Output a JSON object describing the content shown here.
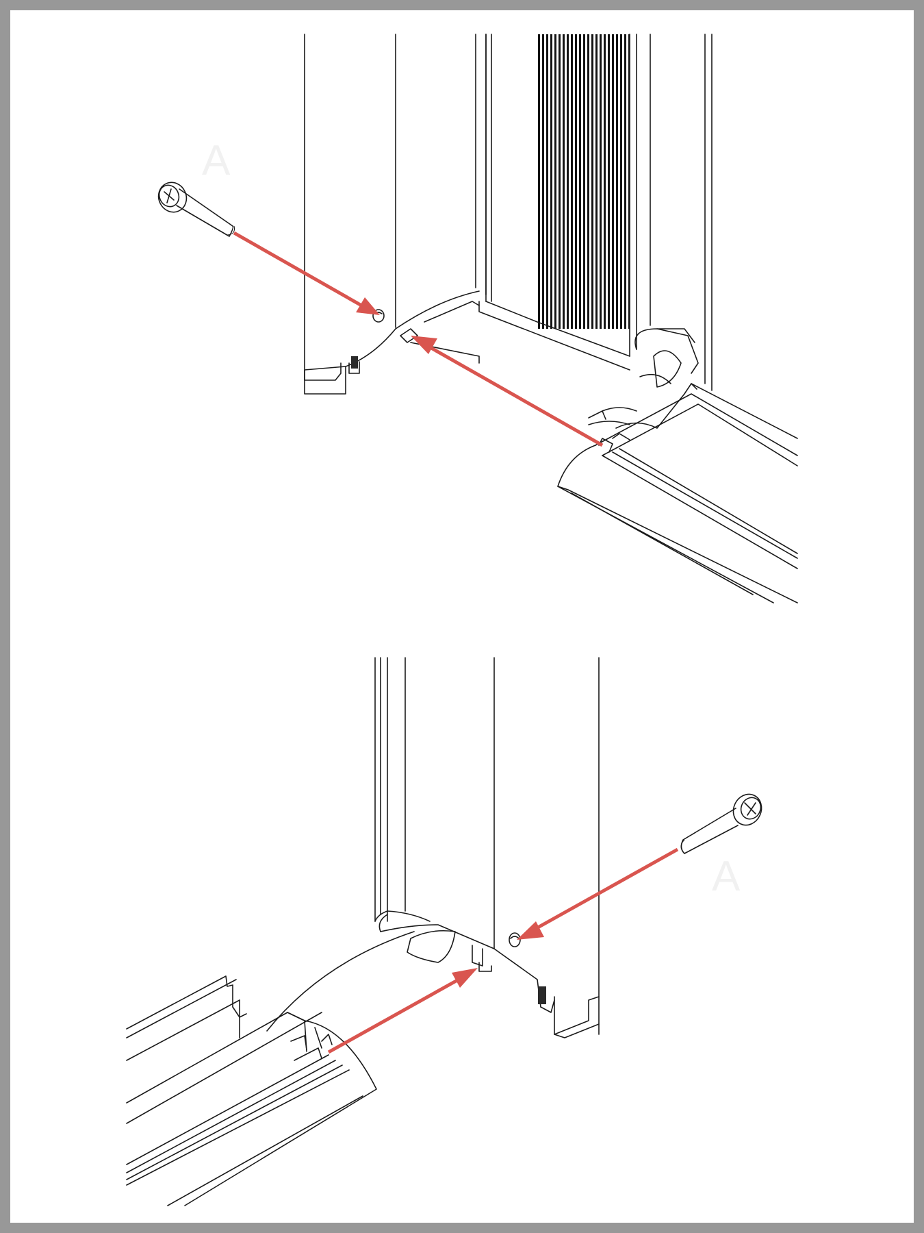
{
  "figure": {
    "panels": [
      {
        "id": "top",
        "watermark": "A",
        "arrows": [
          "screw-into-hole",
          "end-rail-into-profile"
        ]
      },
      {
        "id": "bottom",
        "watermark": "A",
        "arrows": [
          "screw-into-hole",
          "end-rail-into-profile"
        ]
      }
    ],
    "colors": {
      "arrow": "#d9554f",
      "line": "#1a1a1a",
      "frame": "#989898",
      "background": "#ffffff"
    },
    "icons": [
      "phillips-screw-icon",
      "arrow-icon"
    ]
  }
}
